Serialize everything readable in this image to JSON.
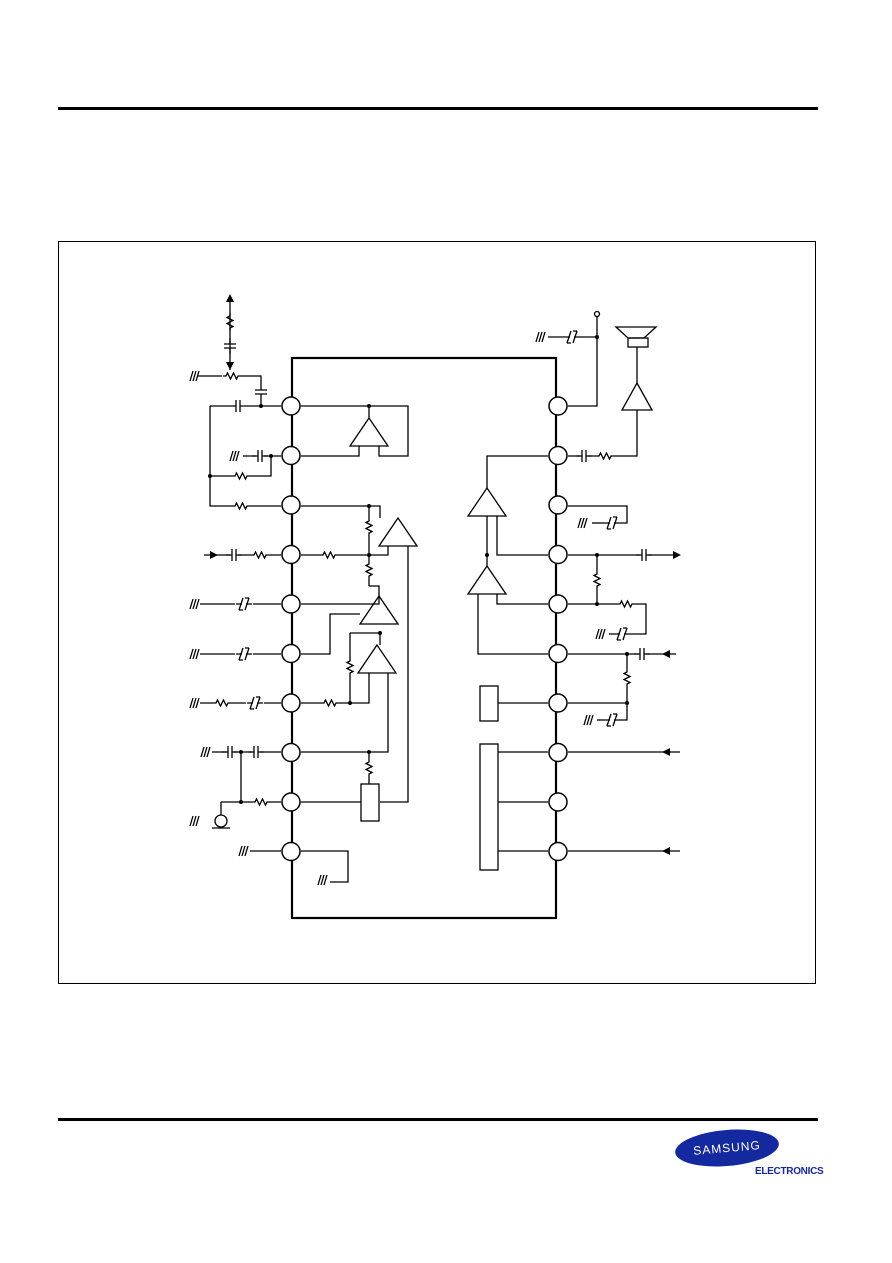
{
  "logo": {
    "brand": "SAMSUNG",
    "division": "ELECTRONICS",
    "brand_color": "#1428a0"
  },
  "diagram": {
    "line_color": "#000000",
    "left_pin_count": 10,
    "right_pin_count": 10
  }
}
